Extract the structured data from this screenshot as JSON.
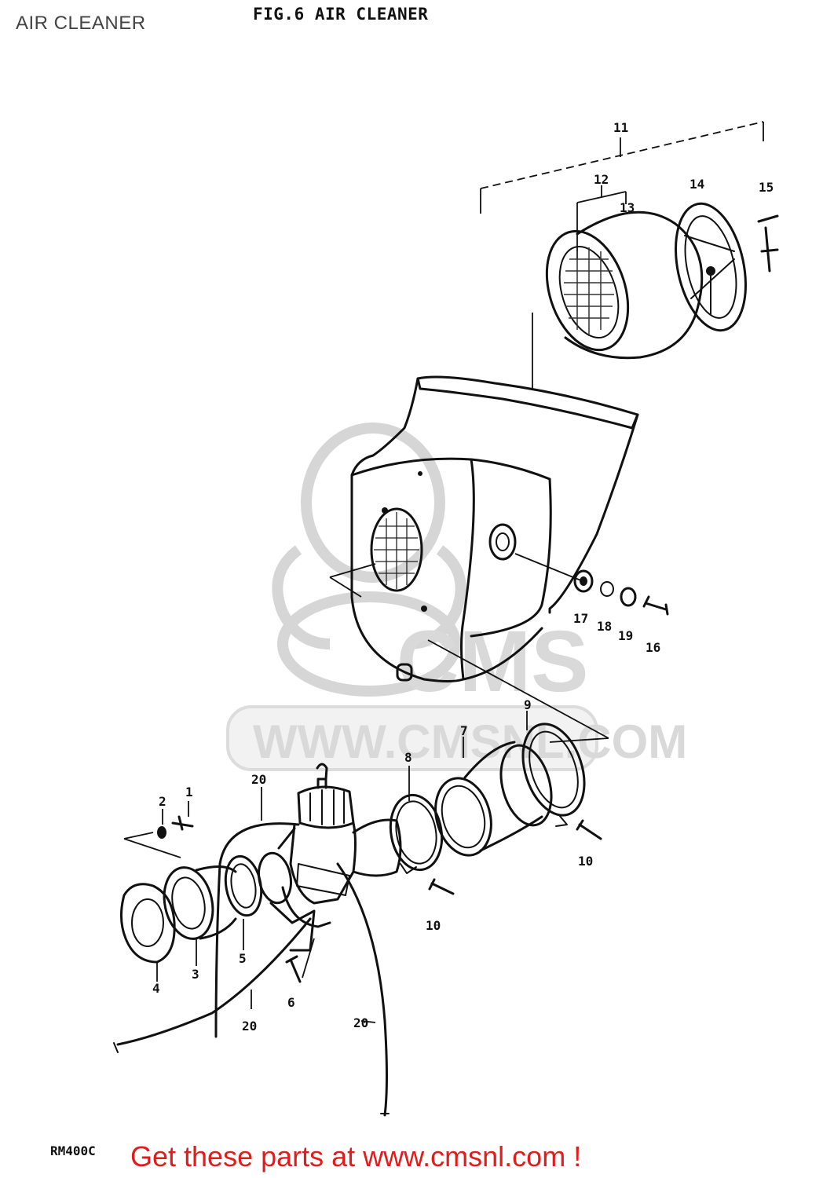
{
  "page": {
    "title": "AIR CLEANER"
  },
  "figure": {
    "title": "FIG.6  AIR CLEANER",
    "model_code": "RM400C"
  },
  "watermark": {
    "text": "WWW.CMSNL.COM",
    "logo_text": "CMS"
  },
  "promo": {
    "text": "Get these parts at www.cmsnl.com !",
    "color": "#e31b1b"
  },
  "callouts": [
    {
      "id": "c11",
      "label": "11"
    },
    {
      "id": "c12",
      "label": "12"
    },
    {
      "id": "c13",
      "label": "13"
    },
    {
      "id": "c14",
      "label": "14"
    },
    {
      "id": "c15",
      "label": "15"
    },
    {
      "id": "c17",
      "label": "17"
    },
    {
      "id": "c18",
      "label": "18"
    },
    {
      "id": "c19",
      "label": "19"
    },
    {
      "id": "c16",
      "label": "16"
    },
    {
      "id": "c9",
      "label": "9"
    },
    {
      "id": "c7",
      "label": "7"
    },
    {
      "id": "c8",
      "label": "8"
    },
    {
      "id": "c20a",
      "label": "20"
    },
    {
      "id": "c2",
      "label": "2"
    },
    {
      "id": "c1",
      "label": "1"
    },
    {
      "id": "c10a",
      "label": "10"
    },
    {
      "id": "c10b",
      "label": "10"
    },
    {
      "id": "c4",
      "label": "4"
    },
    {
      "id": "c3",
      "label": "3"
    },
    {
      "id": "c5",
      "label": "5"
    },
    {
      "id": "c6",
      "label": "6"
    },
    {
      "id": "c20b",
      "label": "20"
    },
    {
      "id": "c20c",
      "label": "20"
    }
  ]
}
